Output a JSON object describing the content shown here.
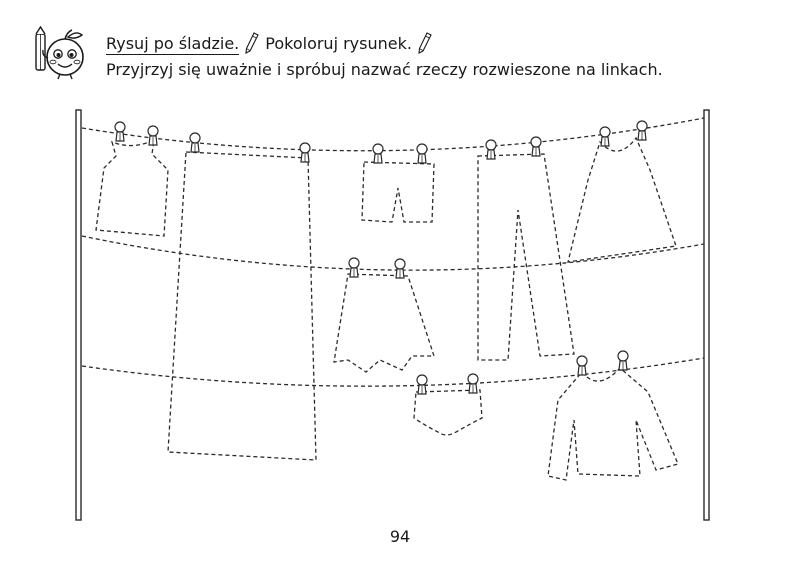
{
  "header": {
    "task1": "Rysuj po śladzie.",
    "task2": "Pokoloruj rysunek.",
    "instruction": "Przyjrzyj się uważnie i spróbuj nazwać rzeczy rozwieszone na linkach."
  },
  "icons": {
    "mascot": "apple-mascot-icon",
    "pencil": "pencil-icon"
  },
  "colors": {
    "ink": "#1a1a1a",
    "trace": "#2b2b2b"
  },
  "scene": {
    "clothes": [
      "dress",
      "long-skirt",
      "shorts",
      "trousers",
      "tank-top",
      "skirt",
      "underpants",
      "long-sleeve-shirt"
    ]
  },
  "page_number": "94"
}
